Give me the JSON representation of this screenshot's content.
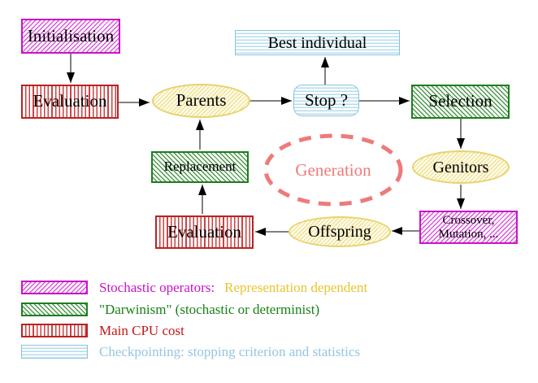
{
  "diagram": {
    "nodes": {
      "initialisation": "Initialisation",
      "evaluation_top": "Evaluation",
      "parents": "Parents",
      "best_individual": "Best individual",
      "stop": "Stop ?",
      "selection": "Selection",
      "genitors": "Genitors",
      "generation": "Generation",
      "replacement": "Replacement",
      "offspring": "Offspring",
      "evaluation_bottom": "Evaluation",
      "crossover_line1": "Crossover,",
      "crossover_line2": "Mutation, ..."
    },
    "colors": {
      "stochastic_magenta": "#c813c8",
      "darwinism_green": "#1e7d1e",
      "cpu_red": "#c41616",
      "checkpoint_cyan": "#93c6e3",
      "representation_yellow": "#e9c42a",
      "generation_salmon": "#ee7a7a",
      "arrow_black": "#000000",
      "node_yellow_border": "#e7d36e"
    }
  },
  "legend": {
    "items": [
      {
        "label": "Stochastic operators:",
        "label2": "Representation dependent"
      },
      {
        "label": "\"Darwinism\" (stochastic or determinist)"
      },
      {
        "label": "Main CPU cost"
      },
      {
        "label": "Checkpointing: stopping criterion and statistics"
      }
    ]
  }
}
